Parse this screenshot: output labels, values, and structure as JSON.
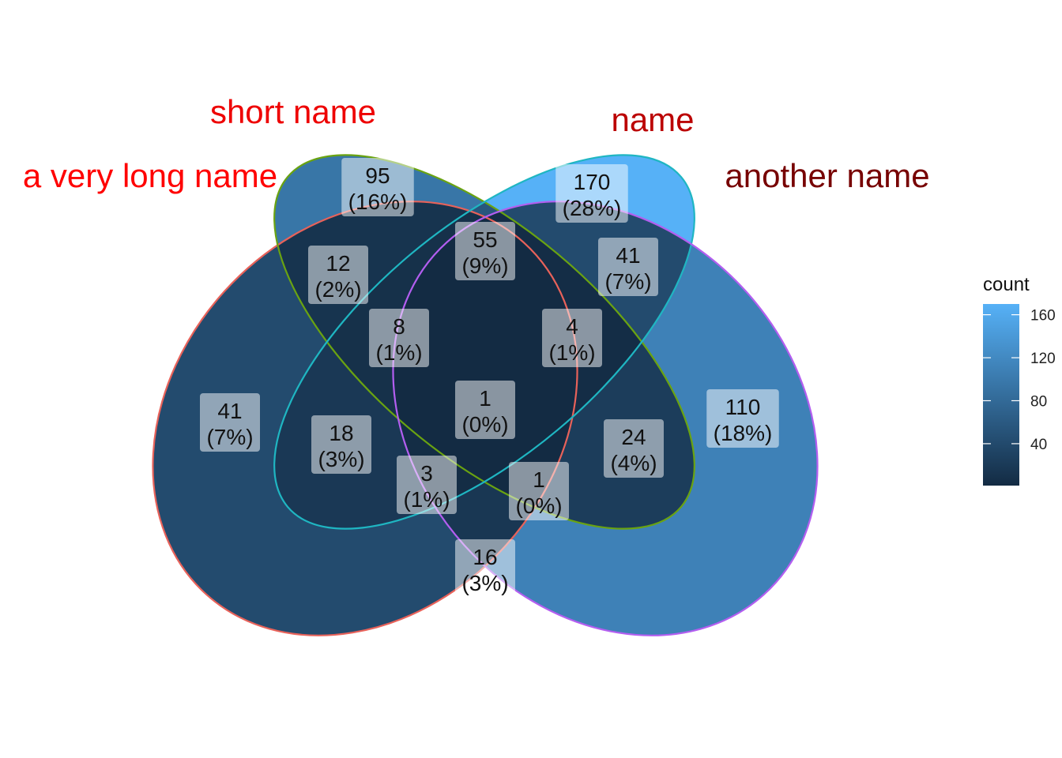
{
  "sets": [
    {
      "name": "a very long name",
      "label_color": "#ff0000",
      "edge_color": "#e8625a"
    },
    {
      "name": "short name",
      "label_color": "#ee0000",
      "edge_color": "#6aa311"
    },
    {
      "name": "name",
      "label_color": "#bb0000",
      "edge_color": "#1fb6c2"
    },
    {
      "name": "another name",
      "label_color": "#770000",
      "edge_color": "#b35ef0"
    }
  ],
  "regions": [
    {
      "id": "A",
      "count": "41",
      "percent": "(7%)",
      "value": 41
    },
    {
      "id": "B",
      "count": "95",
      "percent": "(16%)",
      "value": 95
    },
    {
      "id": "C",
      "count": "170",
      "percent": "(28%)",
      "value": 170
    },
    {
      "id": "D",
      "count": "110",
      "percent": "(18%)",
      "value": 110
    },
    {
      "id": "AB",
      "count": "12",
      "percent": "(2%)",
      "value": 12
    },
    {
      "id": "BC",
      "count": "55",
      "percent": "(9%)",
      "value": 55
    },
    {
      "id": "CD",
      "count": "41",
      "percent": "(7%)",
      "value": 41
    },
    {
      "id": "ABC",
      "count": "8",
      "percent": "(1%)",
      "value": 8
    },
    {
      "id": "BCD",
      "count": "4",
      "percent": "(1%)",
      "value": 4
    },
    {
      "id": "ABCD",
      "count": "1",
      "percent": "(0%)",
      "value": 1
    },
    {
      "id": "AC",
      "count": "18",
      "percent": "(3%)",
      "value": 18
    },
    {
      "id": "BD",
      "count": "24",
      "percent": "(4%)",
      "value": 24
    },
    {
      "id": "ACD",
      "count": "3",
      "percent": "(1%)",
      "value": 3
    },
    {
      "id": "ABD",
      "count": "1",
      "percent": "(0%)",
      "value": 1
    },
    {
      "id": "AD",
      "count": "16",
      "percent": "(3%)",
      "value": 16
    }
  ],
  "legend": {
    "title": "count",
    "ticks": [
      "40",
      "80",
      "120",
      "160"
    ],
    "tick_values": [
      40,
      80,
      120,
      160
    ],
    "low_color": "#132b43",
    "high_color": "#56b1f7"
  }
}
